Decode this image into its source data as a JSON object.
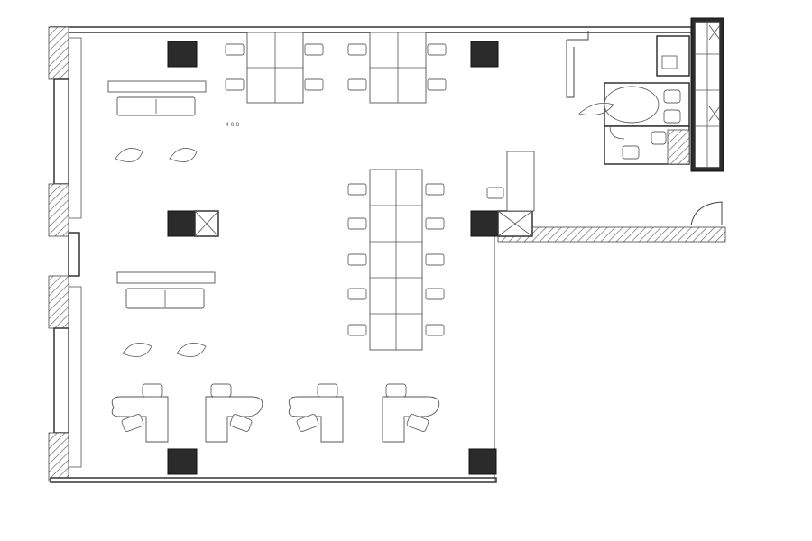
{
  "image": {
    "background": "#ffffff"
  },
  "room_label": {
    "text": "4 8 8"
  },
  "icons": [
    "column",
    "sofa",
    "lounge-chair",
    "workstation",
    "meeting-table",
    "toilet",
    "sink",
    "stair",
    "door-swing"
  ]
}
